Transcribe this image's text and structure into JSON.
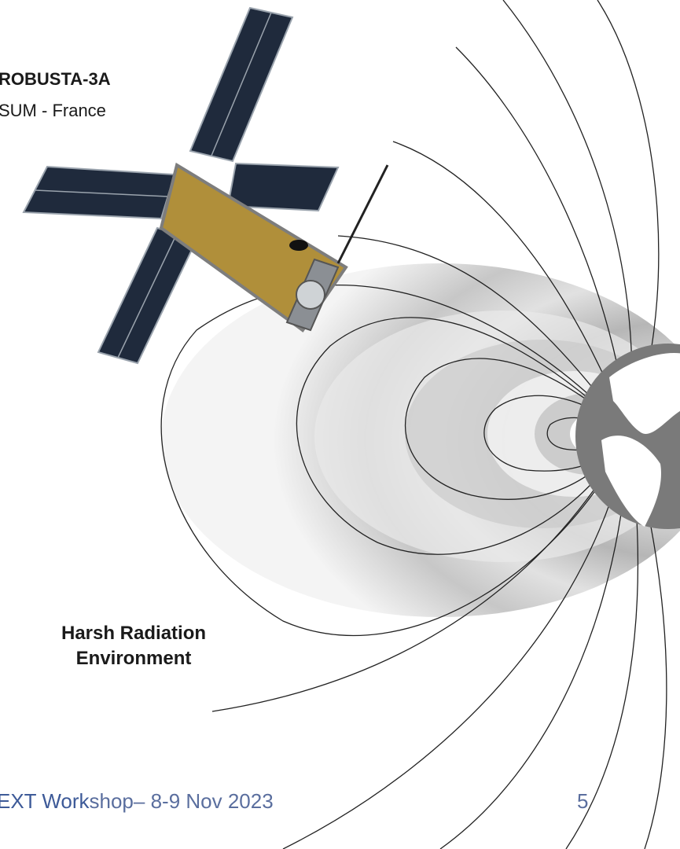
{
  "satellite": {
    "name": "ROBUSTA-3A",
    "origin": "SUM - France"
  },
  "caption": {
    "line1": "Harsh Radiation",
    "line2": "Environment"
  },
  "footer": {
    "part_highlight": "EXT Work",
    "part_rest": "shop– 8-9 Nov 2023"
  },
  "page_number": "5",
  "icons": [
    "satellite-illustration",
    "earth-globe-icon",
    "radiation-belt-illustration"
  ]
}
